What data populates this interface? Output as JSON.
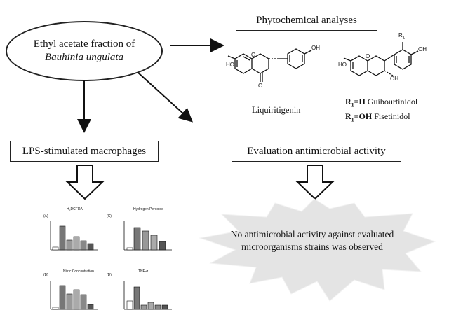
{
  "source": {
    "line1": "Ethyl acetate fraction of",
    "line2": "Bauhinia ungulata"
  },
  "boxes": {
    "phytochemical": "Phytochemical analyses",
    "lps": "LPS-stimulated macrophages",
    "antimicrobial": "Evaluation antimicrobial activity"
  },
  "compounds": {
    "liquiritigenin": "Liquiritigenin",
    "r1": "R",
    "r1_sub": "1",
    "oh": "OH",
    "o_ring": "O",
    "ketone_o": "O",
    "guibourtinidol_code": "=H",
    "guibourtinidol_name": "Guibourtinidol",
    "fisetinidol_code": "=OH",
    "fisetinidol_name": "Fisetinidol"
  },
  "result_text": "No antimicrobial activity against evaluated microorganisms strains was observed",
  "panels": {
    "a": {
      "letter": "(A)",
      "title": "H₂DCFDA"
    },
    "b": {
      "letter": "(B)",
      "title": "Nitric Concentration"
    },
    "c": {
      "letter": "(C)",
      "title": "Hydrogen Peroxide"
    },
    "d": {
      "letter": "(D)",
      "title": "TNF-α"
    }
  }
}
